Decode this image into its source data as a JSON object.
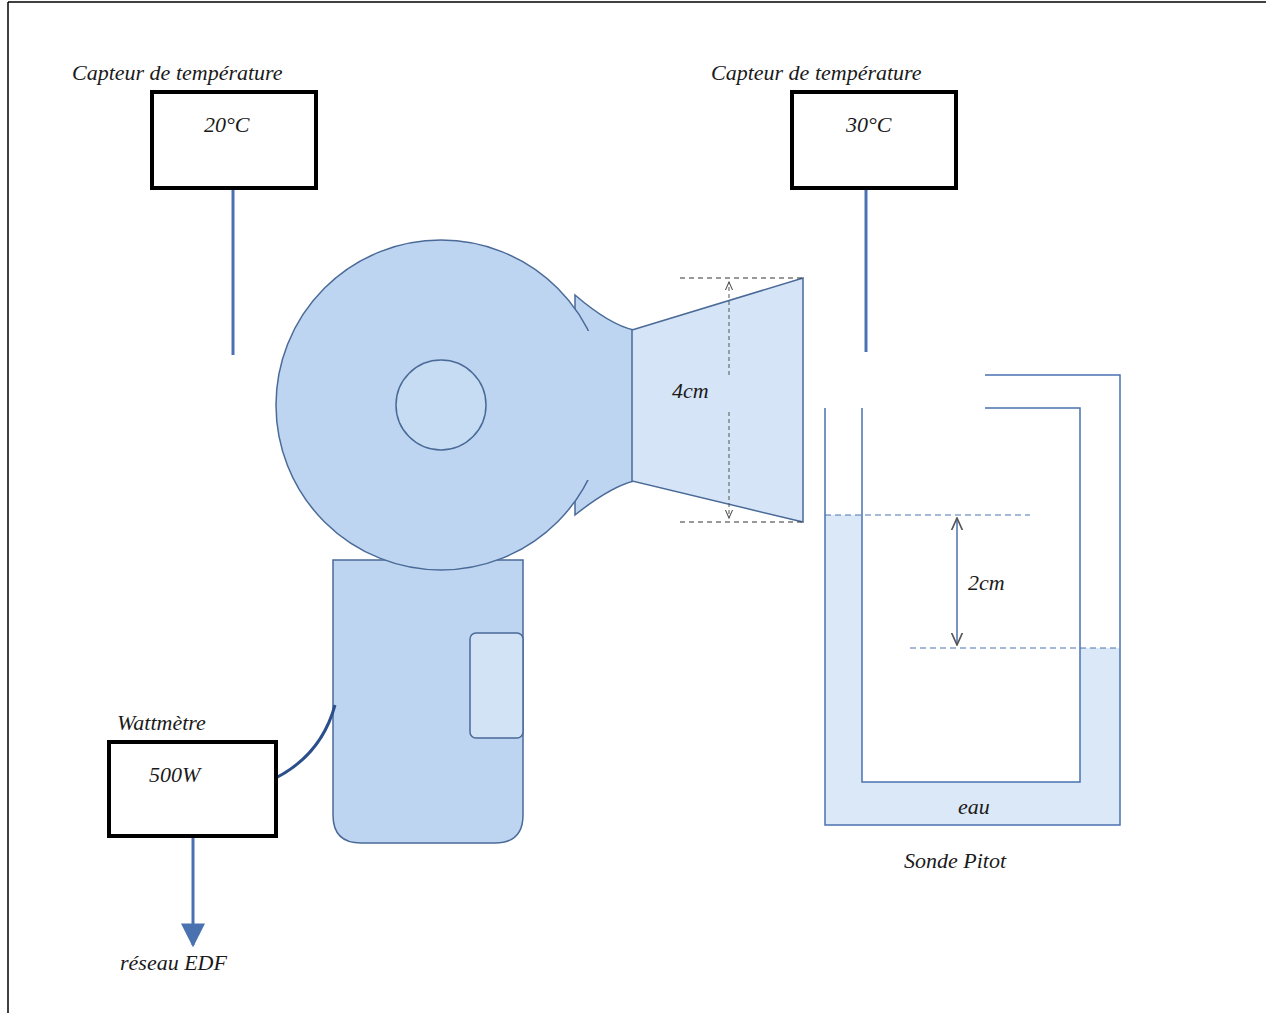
{
  "diagram": {
    "nodes": [
      {
        "text": [
          "Capteur de température",
          "20°C"
        ]
      },
      {
        "text": [
          "Capteur de température",
          "30°C"
        ]
      },
      {
        "text": [
          "Wattmètre",
          "500W"
        ]
      }
    ],
    "labels": [
      "4cm",
      "2cm",
      "eau",
      "Sonde Pitot",
      "réseau EDF"
    ]
  }
}
